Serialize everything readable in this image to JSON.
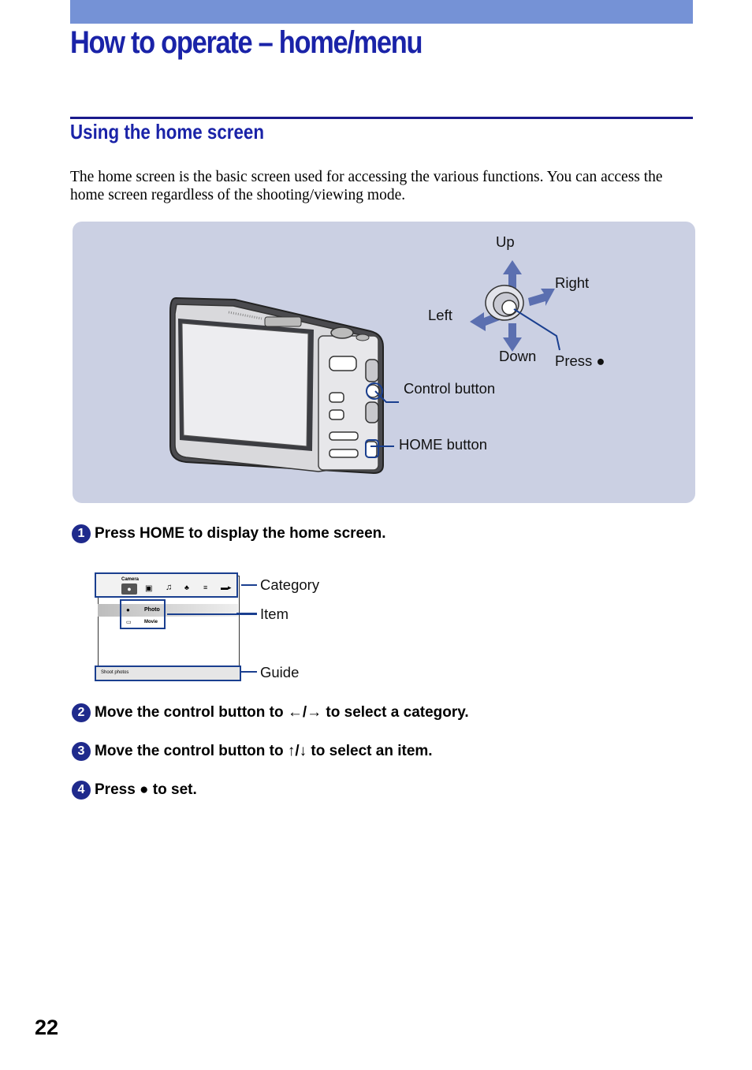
{
  "header": {
    "title": "How to operate – home/menu",
    "section_heading": "Using the home screen",
    "intro": "The home screen is the basic screen used for accessing the various functions. You can access the home screen regardless of the shooting/viewing mode."
  },
  "camera_figure": {
    "dir_up": "Up",
    "dir_down": "Down",
    "dir_left": "Left",
    "dir_right": "Right",
    "press_label": "Press ●",
    "control_button": "Control button",
    "home_button": "HOME button"
  },
  "steps": [
    {
      "number": "1",
      "text": "Press HOME to display the home screen."
    },
    {
      "number": "2",
      "text": "Move the control button to ←/→ to select a category."
    },
    {
      "number": "3",
      "text": "Move the control button to ↑/↓ to select an item."
    },
    {
      "number": "4",
      "text": "Press ● to set."
    }
  ],
  "screen_figure": {
    "category_title": "Camera",
    "item_photo": "Photo",
    "item_movie": "Movie",
    "guide_text": "Shoot photos",
    "callout_category": "Category",
    "callout_item": "Item",
    "callout_guide": "Guide"
  },
  "footer": {
    "page_number": "22"
  },
  "colors": {
    "accent_blue": "#1a23a8",
    "bar_blue": "#7592d6",
    "panel": "#cbd0e3",
    "arrow": "#5b6fb0"
  }
}
